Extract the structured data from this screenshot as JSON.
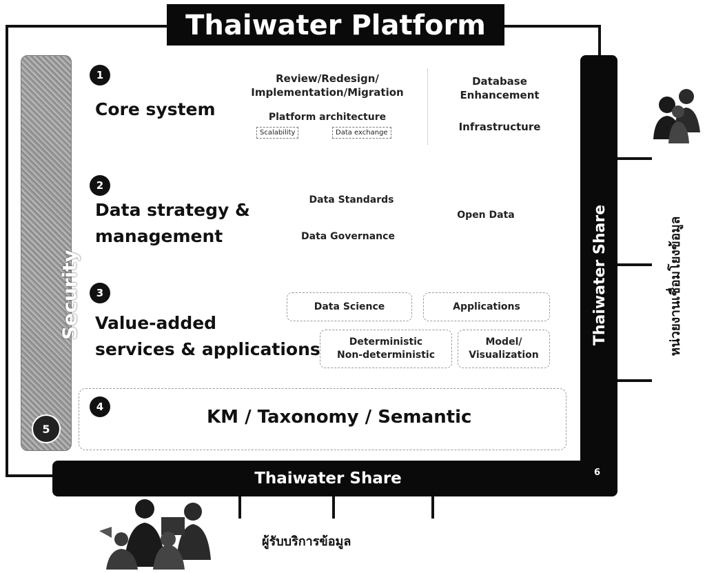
{
  "title": "Thaiwater Platform",
  "security": {
    "label": "Security",
    "number": "5"
  },
  "sections": {
    "core": {
      "number": "1",
      "title": "Core system",
      "items": {
        "review": "Review/Redesign/\nImplementation/Migration",
        "database": "Database\nEnhancement",
        "platform": "Platform architecture",
        "scalability": "Scalability",
        "data_exchange": "Data exchange",
        "infrastructure": "Infrastructure"
      }
    },
    "data_strategy": {
      "number": "2",
      "title_line1": "Data strategy &",
      "title_line2": "management",
      "items": {
        "standards": "Data Standards",
        "governance": "Data Governance",
        "open_data": "Open Data"
      }
    },
    "value_added": {
      "number": "3",
      "title_line1": "Value-added",
      "title_line2": "services & applications",
      "items": {
        "data_science": "Data Science",
        "applications": "Applications",
        "deterministic": "Deterministic\nNon-deterministic",
        "model": "Model/\nVisualization"
      }
    },
    "km": {
      "number": "4",
      "title": "KM / Taxonomy / Semantic"
    }
  },
  "share": {
    "right_label": "Thaiwater Share",
    "bottom_label": "Thaiwater Share",
    "number": "6"
  },
  "external": {
    "right_label": "หน่วยงานเชื่อมโยงข้อมูล",
    "bottom_label": "ผู้รับบริการข้อมูล"
  }
}
